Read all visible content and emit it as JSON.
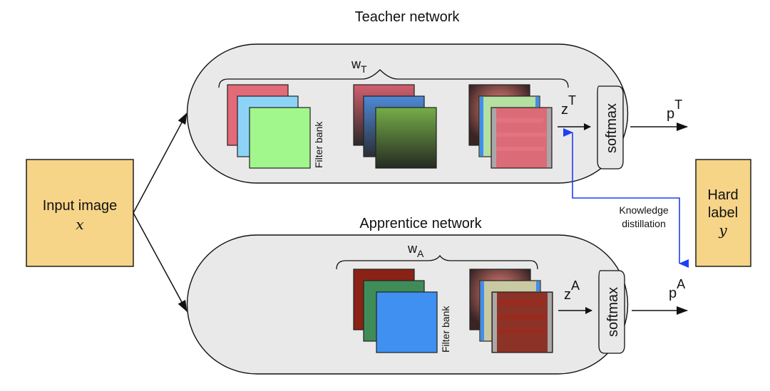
{
  "input": {
    "title": "Input image",
    "symbol": "x",
    "fill": "#f6d488"
  },
  "hard_label": {
    "line1": "Hard",
    "line2": "label",
    "symbol": "y",
    "fill": "#f6d488"
  },
  "teacher": {
    "title": "Teacher network",
    "weights_label": "w",
    "weights_sub": "T",
    "filter_bank_label": "Filter bank",
    "logits_label": "z",
    "logits_sup": "T",
    "softmax_label": "softmax",
    "output_label": "p",
    "output_sup": "T",
    "filter_colors": [
      "#e36a78",
      "#8dd3f7",
      "#a2f78c"
    ],
    "feature_colors": [
      "#d2606e",
      "#4e8ad6",
      "#76ad48"
    ]
  },
  "apprentice": {
    "title": "Apprentice network",
    "weights_label": "w",
    "weights_sub": "A",
    "filter_bank_label": "Filter bank",
    "logits_label": "z",
    "logits_sup": "A",
    "softmax_label": "softmax",
    "output_label": "p",
    "output_sup": "A",
    "filter_colors": [
      "#8a2216",
      "#3f8c59",
      "#3f90f0"
    ]
  },
  "distillation": {
    "line1": "Knowledge",
    "line2": "distillation",
    "color": "#1f3ff5"
  },
  "colors": {
    "pill_fill": "#e9e9e9",
    "stroke": "#111111"
  }
}
